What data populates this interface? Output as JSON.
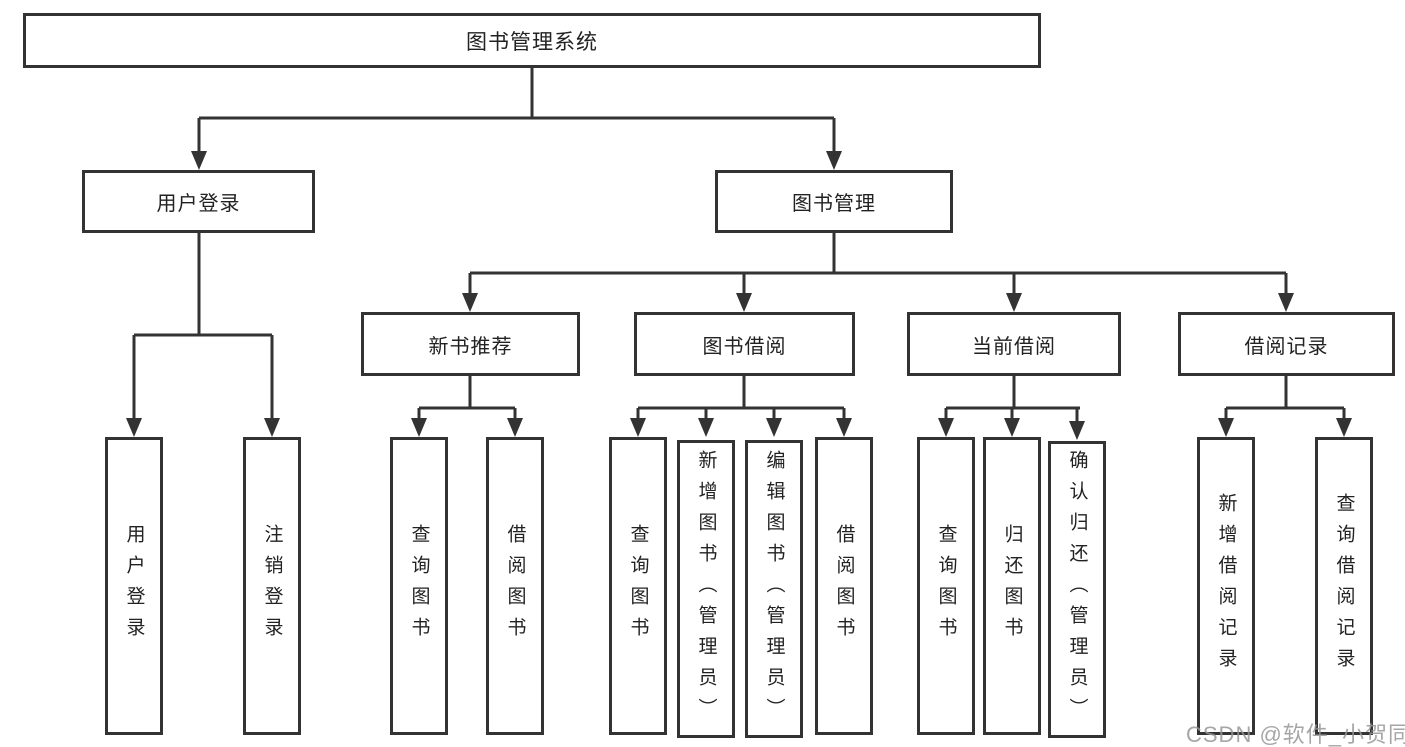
{
  "tree": {
    "label": "图书管理系统",
    "children": [
      {
        "label": "用户登录",
        "children": [
          {
            "label": "用户登录"
          },
          {
            "label": "注销登录"
          }
        ]
      },
      {
        "label": "图书管理",
        "children": [
          {
            "label": "新书推荐",
            "children": [
              {
                "label": "查询图书"
              },
              {
                "label": "借阅图书"
              }
            ]
          },
          {
            "label": "图书借阅",
            "children": [
              {
                "label": "查询图书"
              },
              {
                "label": "新增图书（管理员）"
              },
              {
                "label": "编辑图书（管理员）"
              },
              {
                "label": "借阅图书"
              }
            ]
          },
          {
            "label": "当前借阅",
            "children": [
              {
                "label": "查询图书"
              },
              {
                "label": "归还图书"
              },
              {
                "label": "确认归还（管理员）"
              }
            ]
          },
          {
            "label": "借阅记录",
            "children": [
              {
                "label": "新增借阅记录"
              },
              {
                "label": "查询借阅记录"
              }
            ]
          }
        ]
      }
    ]
  },
  "watermark": "CSDN @软件_小贺同学",
  "colors": {
    "border": "#333333",
    "line": "#333333",
    "text": "#222222",
    "watermark": "#969696",
    "background": "#ffffff"
  }
}
